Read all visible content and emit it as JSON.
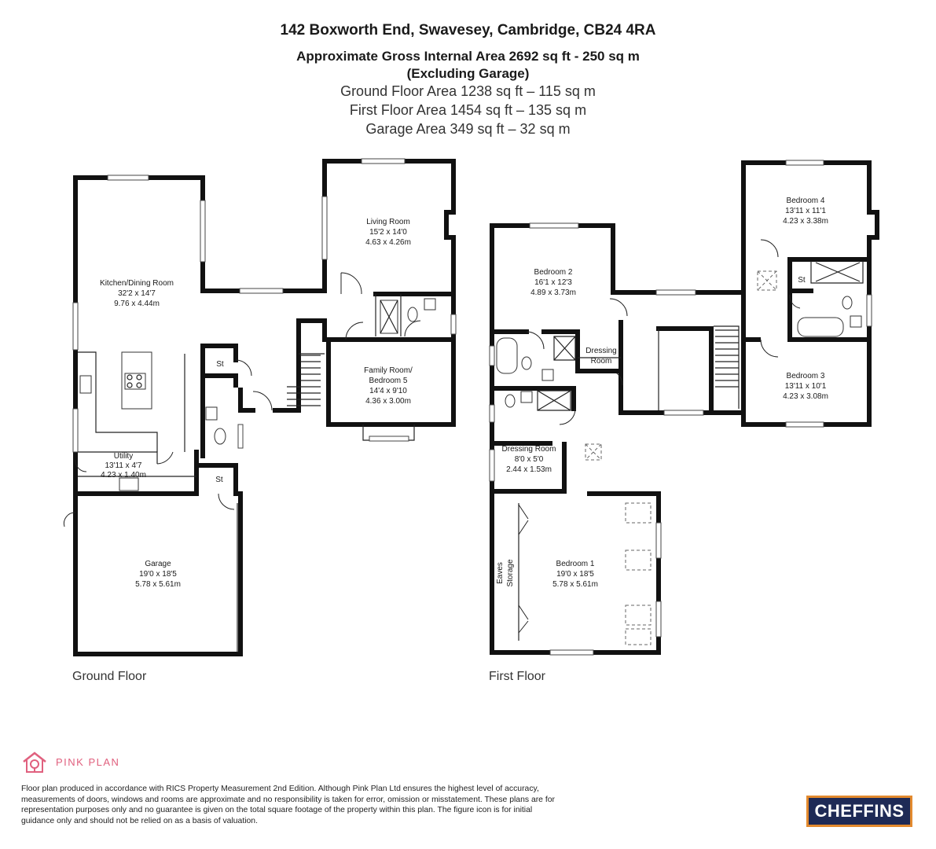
{
  "header": {
    "address": "142 Boxworth End, Swavesey, Cambridge, CB24 4RA",
    "gross_area_line1": "Approximate Gross Internal Area 2692 sq ft - 250 sq m",
    "gross_area_line2": "(Excluding Garage)",
    "ground_floor_area": "Ground Floor Area 1238 sq ft – 115 sq m",
    "first_floor_area": "First Floor Area 1454 sq ft – 135 sq m",
    "garage_area": "Garage Area 349 sq ft – 32 sq m"
  },
  "floors": {
    "ground_label": "Ground Floor",
    "first_label": "First Floor"
  },
  "rooms": {
    "kitchen": {
      "name": "Kitchen/Dining Room",
      "imperial": "32'2 x 14'7",
      "metric": "9.76 x 4.44m"
    },
    "living": {
      "name": "Living Room",
      "imperial": "15'2 x 14'0",
      "metric": "4.63 x 4.26m"
    },
    "family": {
      "name1": "Family Room/",
      "name2": "Bedroom 5",
      "imperial": "14'4 x 9'10",
      "metric": "4.36 x 3.00m"
    },
    "utility": {
      "name": "Utility",
      "imperial": "13'11 x 4'7",
      "metric": "4.23 x 1.40m"
    },
    "garage": {
      "name": "Garage",
      "imperial": "19'0 x 18'5",
      "metric": "5.78 x 5.61m"
    },
    "store": "St",
    "bedroom1": {
      "name": "Bedroom 1",
      "imperial": "19'0 x 18'5",
      "metric": "5.78 x 5.61m"
    },
    "bedroom2": {
      "name": "Bedroom 2",
      "imperial": "16'1 x 12'3",
      "metric": "4.89 x 3.73m"
    },
    "bedroom3": {
      "name": "Bedroom 3",
      "imperial": "13'11 x 10'1",
      "metric": "4.23 x 3.08m"
    },
    "bedroom4": {
      "name": "Bedroom 4",
      "imperial": "13'11 x 11'1",
      "metric": "4.23 x 3.38m"
    },
    "dressing_small": {
      "name1": "Dressing",
      "name2": "Room"
    },
    "dressing": {
      "name": "Dressing Room",
      "imperial": "8'0 x 5'0",
      "metric": "2.44 x 1.53m"
    },
    "eaves": {
      "name1": "Eaves",
      "name2": "Storage"
    }
  },
  "branding": {
    "pink_plan": "PINK PLAN",
    "pink_color": "#e0607e",
    "cheffins": "CHEFFINS",
    "cheffins_bg": "#1e2a56",
    "cheffins_border": "#e38a2e"
  },
  "disclaimer": "Floor plan produced in accordance with RICS Property Measurement 2nd Edition. Although Pink Plan Ltd ensures the highest level of accuracy, measurements of doors, windows and rooms are approximate and no responsibility is taken for error, omission or misstatement. These plans are for representation purposes only and no guarantee is given on the total square footage of the property within this plan. The figure icon is for initial guidance only and should not be relied on as a basis of valuation."
}
